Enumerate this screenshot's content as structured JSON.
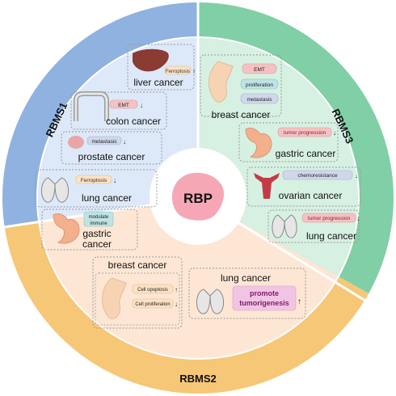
{
  "center": {
    "label": "RBP"
  },
  "rings": {
    "rbms1": "RBMS1",
    "rbms2": "RBMS2",
    "rbms3": "RBMS3"
  },
  "colors": {
    "rbms1_ring": "#8fb2e0",
    "rbms1_panel": "#dde8f8",
    "rbms2_ring": "#f6c777",
    "rbms2_panel": "#fde6d4",
    "rbms3_ring": "#80cfa6",
    "rbms3_panel": "#d6f0e2",
    "center_blob": "#f5a7b5"
  },
  "rbms1": {
    "liver": {
      "name": "liver cancer",
      "tag": "Ferroptosis",
      "arrow": "↑"
    },
    "colon": {
      "name": "colon cancer",
      "tag": "EMT",
      "arrow": "↓"
    },
    "prostate": {
      "name": "prostate cancer",
      "tag": "metastasis",
      "arrow": "↓"
    },
    "lung": {
      "name": "lung cancer",
      "tag": "Ferroptosis",
      "arrow": "↓"
    },
    "gastric": {
      "name_line1": "gastric",
      "name_line2": "cancer",
      "tag_line1": "modulate",
      "tag_line2": "immune"
    }
  },
  "rbms3": {
    "breast": {
      "name": "breast cancer",
      "tags": [
        "EMT",
        "proliferation",
        "metastasis"
      ]
    },
    "gastric": {
      "name": "gastric cancer",
      "tag": "tumor progression",
      "arrow": "↓"
    },
    "ovarian": {
      "name": "ovarian cancer",
      "tag": "chemoresistance",
      "arrow": "↓"
    },
    "lung": {
      "name": "lung cancer",
      "tag": "tumor progression",
      "arrow": "↓"
    }
  },
  "rbms2": {
    "breast": {
      "name": "breast cancer",
      "tags": [
        "Cell opoptosis",
        "Cell proliferation"
      ],
      "arrows": [
        "↑",
        "↓"
      ]
    },
    "lung": {
      "name": "lung cancer",
      "tag_line1": "promote",
      "tag_line2": "tumorigenesis",
      "arrow": "↑"
    }
  }
}
